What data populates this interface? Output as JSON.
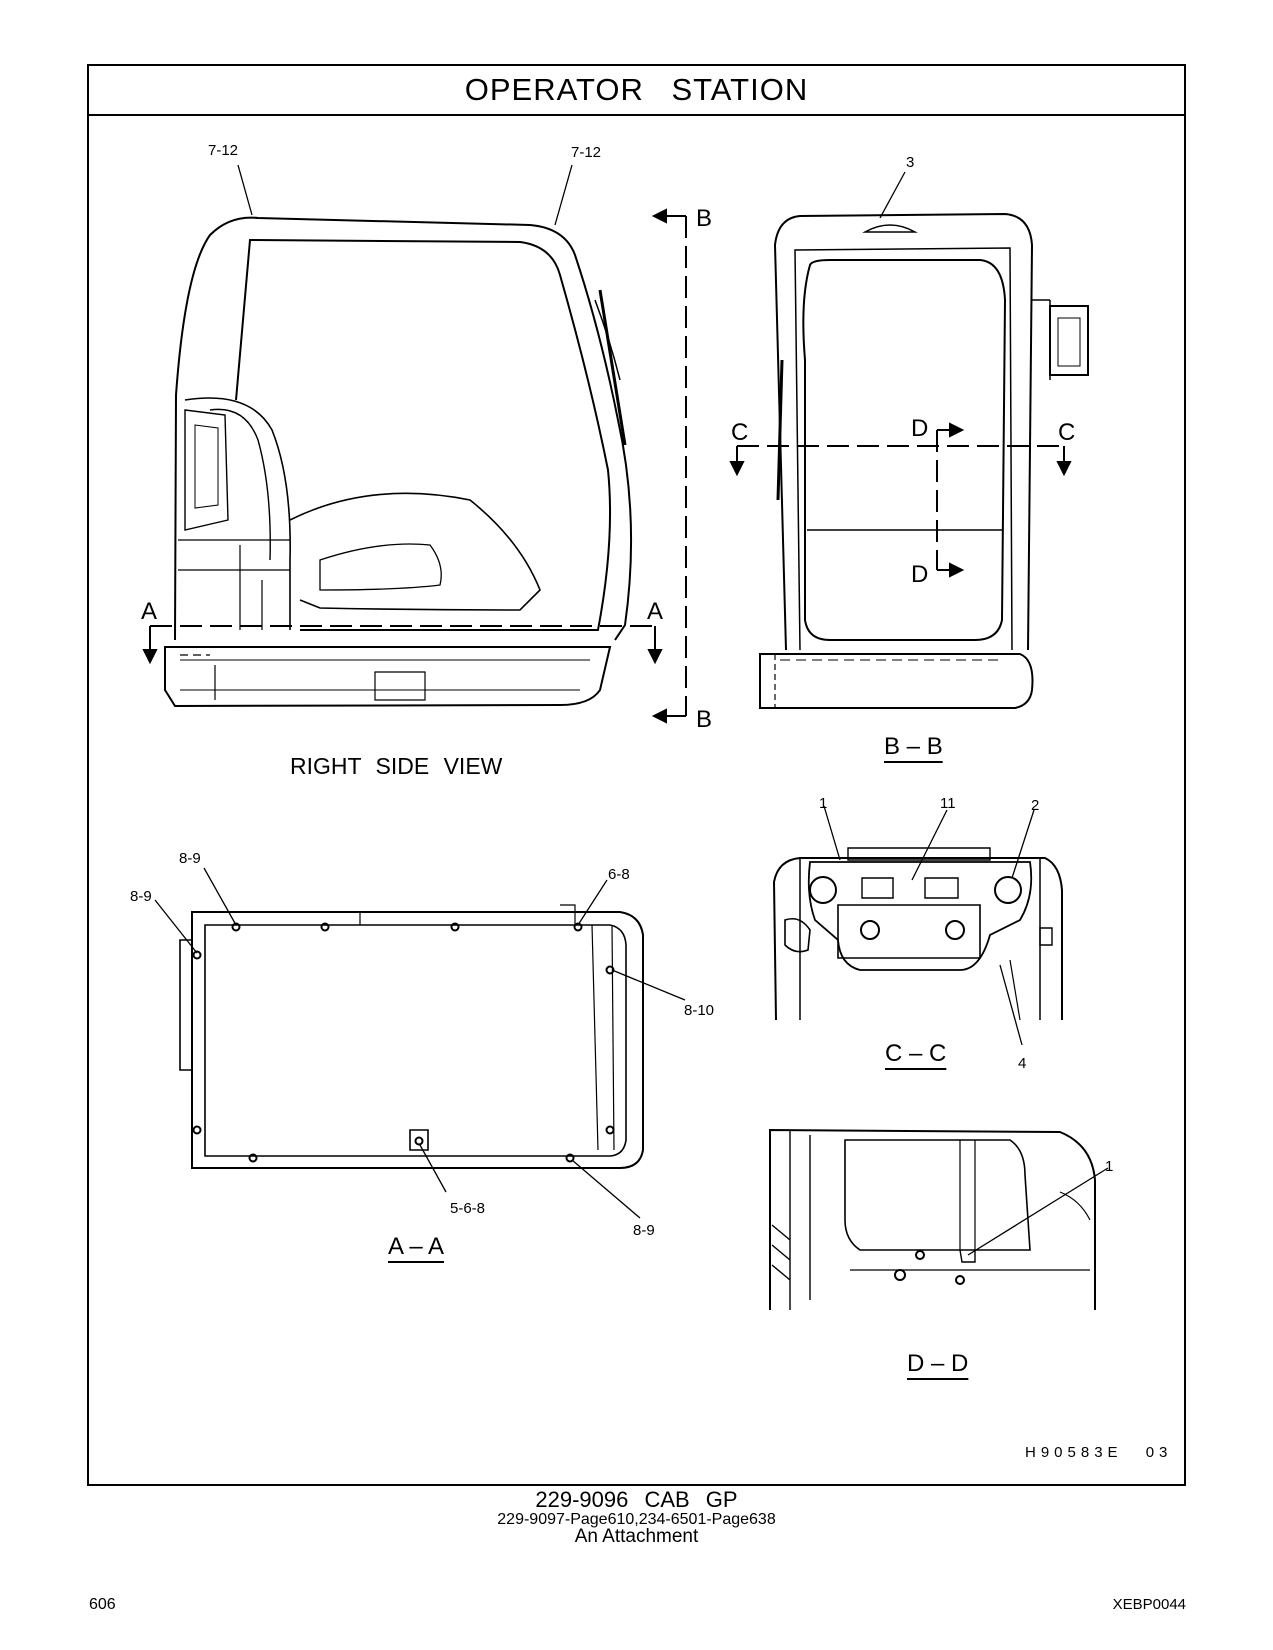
{
  "page": {
    "title": "OPERATOR STATION",
    "drawing_id": "H90583E 03",
    "page_number": "606",
    "doc_id": "XEBP0044"
  },
  "footer": {
    "group": "229-9096 CAB GP",
    "references": "229-9097-Page610,234-6501-Page638",
    "note": "An Attachment"
  },
  "views": {
    "right_side": {
      "caption": "RIGHT SIDE VIEW",
      "callouts": [
        "7-12",
        "7-12"
      ],
      "section_marks": [
        "A",
        "A",
        "B",
        "B"
      ]
    },
    "bb": {
      "caption": "B – B",
      "callouts": [
        "3"
      ],
      "section_marks": [
        "C",
        "C",
        "D",
        "D"
      ]
    },
    "aa": {
      "caption": "A – A",
      "callouts": [
        "8-9",
        "8-9",
        "6-8",
        "8-10",
        "5-6-8",
        "8-9"
      ]
    },
    "cc": {
      "caption": "C – C",
      "callouts": [
        "1",
        "11",
        "2",
        "4"
      ]
    },
    "dd": {
      "caption": "D – D",
      "callouts": [
        "1"
      ]
    }
  }
}
